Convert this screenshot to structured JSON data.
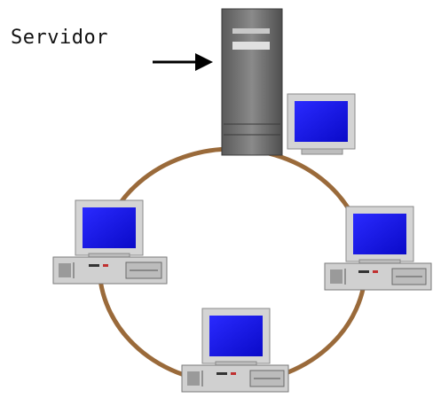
{
  "diagram": {
    "server_label": "Servidor",
    "colors": {
      "ring": "#9a6a3a",
      "screen": "#1414f0",
      "monitor_body": "#d4d4d4",
      "tower": "#707070",
      "background": "#ffffff"
    },
    "nodes": [
      {
        "type": "server",
        "icon": "server-tower-icon"
      },
      {
        "type": "workstation",
        "icon": "desktop-computer-icon"
      },
      {
        "type": "workstation",
        "icon": "desktop-computer-icon"
      },
      {
        "type": "workstation",
        "icon": "desktop-computer-icon"
      },
      {
        "type": "workstation",
        "icon": "desktop-computer-icon"
      }
    ],
    "topology": "ring"
  }
}
